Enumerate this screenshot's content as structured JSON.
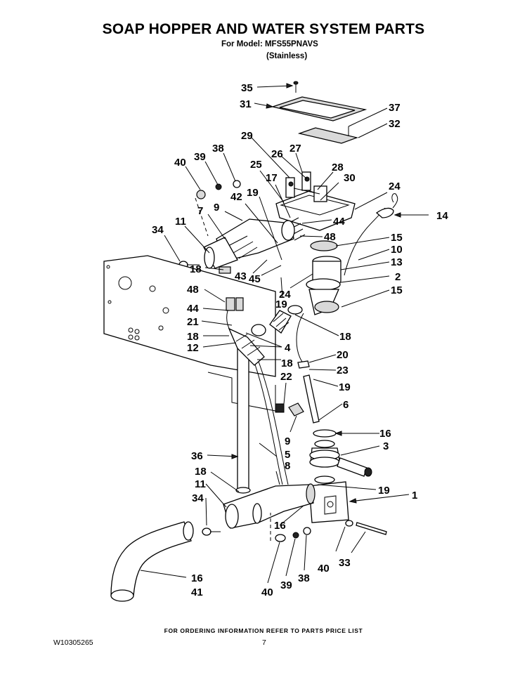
{
  "header": {
    "title": "SOAP HOPPER AND WATER SYSTEM PARTS",
    "model_line": "For Model: MFS55PNAVS",
    "color_line": "(Stainless)"
  },
  "callouts": [
    {
      "id": "c35",
      "label": "35"
    },
    {
      "id": "c31",
      "label": "31"
    },
    {
      "id": "c37",
      "label": "37"
    },
    {
      "id": "c32",
      "label": "32"
    },
    {
      "id": "c29",
      "label": "29"
    },
    {
      "id": "c26",
      "label": "26"
    },
    {
      "id": "c27",
      "label": "27"
    },
    {
      "id": "c38a",
      "label": "38"
    },
    {
      "id": "c39a",
      "label": "39"
    },
    {
      "id": "c40a",
      "label": "40"
    },
    {
      "id": "c28",
      "label": "28"
    },
    {
      "id": "c25",
      "label": "25"
    },
    {
      "id": "c30",
      "label": "30"
    },
    {
      "id": "c24a",
      "label": "24"
    },
    {
      "id": "c17",
      "label": "17"
    },
    {
      "id": "c42",
      "label": "42"
    },
    {
      "id": "c19a",
      "label": "19"
    },
    {
      "id": "c11a",
      "label": "11"
    },
    {
      "id": "c7",
      "label": "7"
    },
    {
      "id": "c9a",
      "label": "9"
    },
    {
      "id": "c14",
      "label": "14"
    },
    {
      "id": "c44a",
      "label": "44"
    },
    {
      "id": "c34a",
      "label": "34"
    },
    {
      "id": "c48a",
      "label": "48"
    },
    {
      "id": "c15a",
      "label": "15"
    },
    {
      "id": "c10",
      "label": "10"
    },
    {
      "id": "c13",
      "label": "13"
    },
    {
      "id": "c18a",
      "label": "18"
    },
    {
      "id": "c43",
      "label": "43"
    },
    {
      "id": "c45",
      "label": "45"
    },
    {
      "id": "c2",
      "label": "2"
    },
    {
      "id": "c15b",
      "label": "15"
    },
    {
      "id": "c24b",
      "label": "24"
    },
    {
      "id": "c48b",
      "label": "48"
    },
    {
      "id": "c19b",
      "label": "19"
    },
    {
      "id": "c44b",
      "label": "44"
    },
    {
      "id": "c21",
      "label": "21"
    },
    {
      "id": "c18b",
      "label": "18"
    },
    {
      "id": "c18c",
      "label": "18"
    },
    {
      "id": "c12",
      "label": "12"
    },
    {
      "id": "c4",
      "label": "4"
    },
    {
      "id": "c20",
      "label": "20"
    },
    {
      "id": "c18d",
      "label": "18"
    },
    {
      "id": "c23",
      "label": "23"
    },
    {
      "id": "c22",
      "label": "22"
    },
    {
      "id": "c19c",
      "label": "19"
    },
    {
      "id": "c6",
      "label": "6"
    },
    {
      "id": "c16a",
      "label": "16"
    },
    {
      "id": "c9b",
      "label": "9"
    },
    {
      "id": "c3",
      "label": "3"
    },
    {
      "id": "c36",
      "label": "36"
    },
    {
      "id": "c5",
      "label": "5"
    },
    {
      "id": "c8",
      "label": "8"
    },
    {
      "id": "c18e",
      "label": "18"
    },
    {
      "id": "c19d",
      "label": "19"
    },
    {
      "id": "c1",
      "label": "1"
    },
    {
      "id": "c11b",
      "label": "11"
    },
    {
      "id": "c34b",
      "label": "34"
    },
    {
      "id": "c16b",
      "label": "16"
    },
    {
      "id": "c40b",
      "label": "40"
    },
    {
      "id": "c33",
      "label": "33"
    },
    {
      "id": "c16c",
      "label": "16"
    },
    {
      "id": "c41",
      "label": "41"
    },
    {
      "id": "c40c",
      "label": "40"
    },
    {
      "id": "c39b",
      "label": "39"
    },
    {
      "id": "c38b",
      "label": "38"
    }
  ],
  "footer": {
    "ordering_note": "FOR ORDERING INFORMATION REFER TO PARTS PRICE LIST",
    "document_number": "W10305265",
    "page_number": "7"
  }
}
